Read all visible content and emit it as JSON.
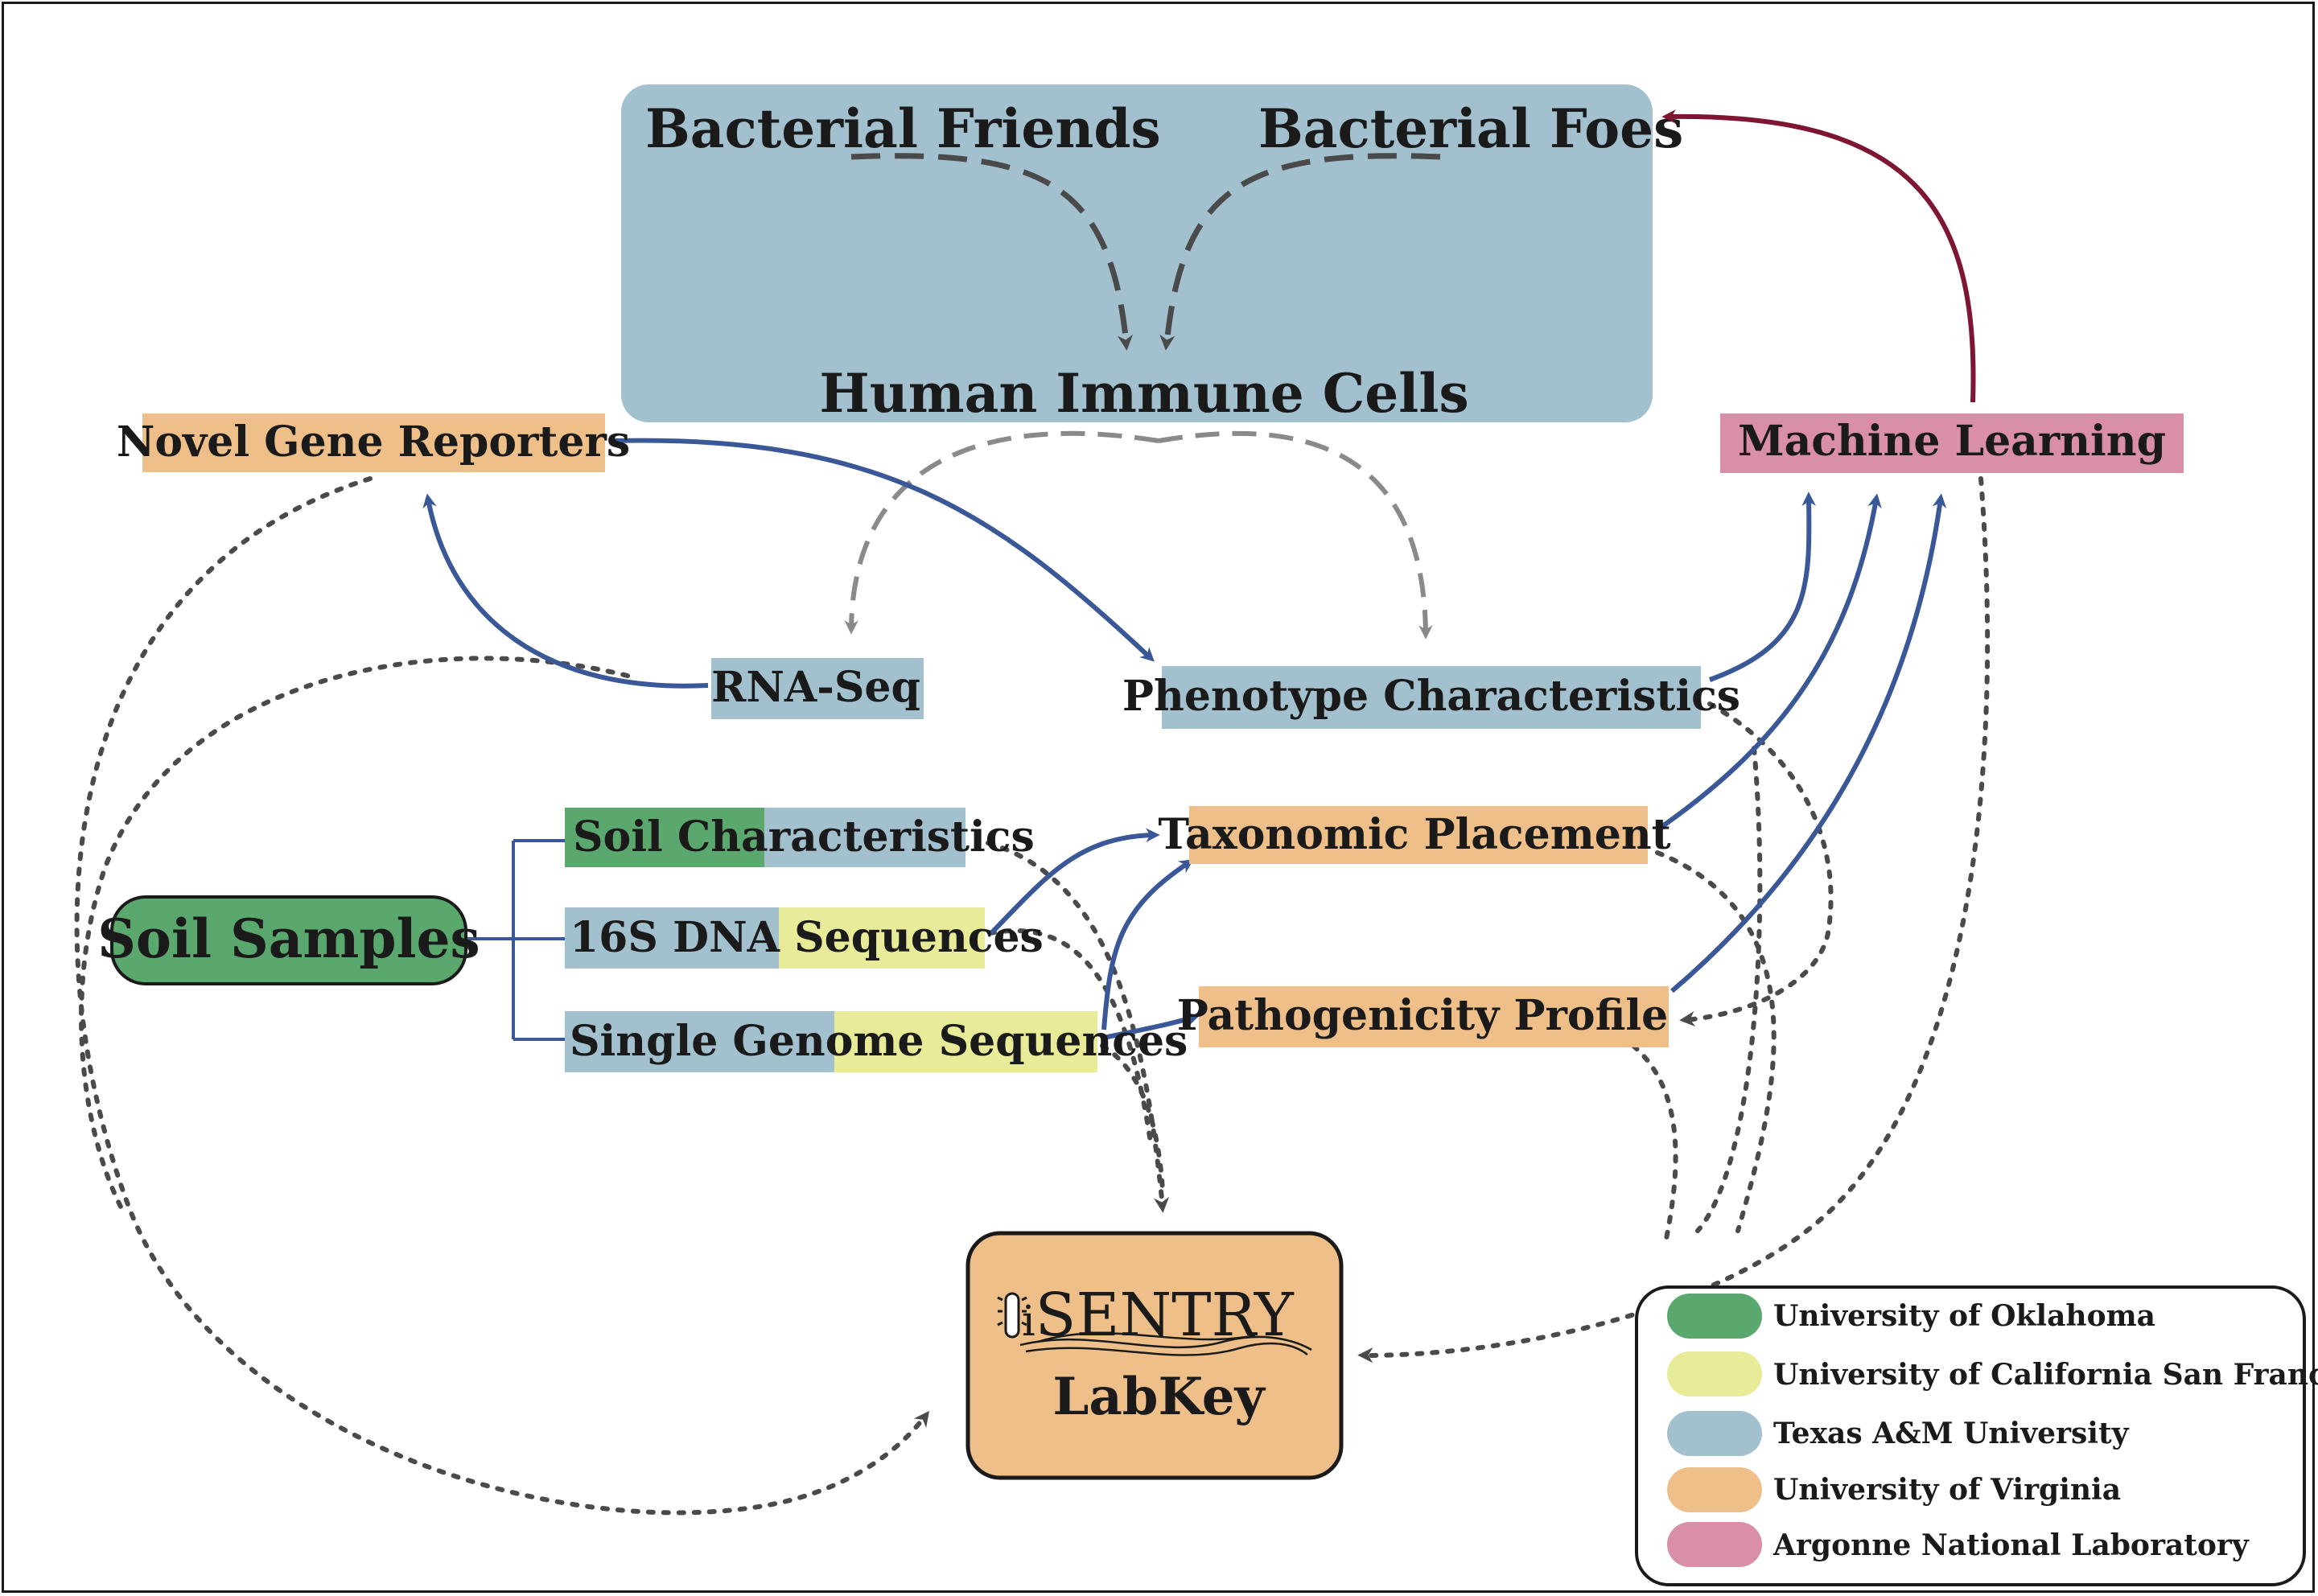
{
  "colors": {
    "oklahoma": "#5ba86f",
    "ucsf": "#e8eb97",
    "tamu": "#a2c0ce",
    "uva": "#eebf88",
    "argonne": "#d98fa6",
    "blue_arrow": "#3a5797",
    "red_arrow": "#7e1532",
    "dash_gray": "#4a4a4a",
    "light_dash": "#8a8a8a"
  },
  "top_panel": {
    "friends": "Bacterial Friends",
    "foes": "Bacterial Foes",
    "immune": "Human Immune Cells"
  },
  "nodes": {
    "novel_gene": "Novel Gene Reporters",
    "machine_learning": "Machine Learning",
    "rna_seq": "RNA-Seq",
    "phenotype": "Phenotype Characteristics",
    "soil_samples": "Soil Samples",
    "soil_char_1": "Soil Chara",
    "soil_char_2": "cteristics",
    "dna16s_1": "16S DNA ",
    "dna16s_2": "Sequences",
    "single_genome_1": "Single Genom",
    "single_genome_2": "e Sequences",
    "taxonomic": "Taxonomic Placement",
    "pathogenicity": "Pathogenicity Profile",
    "sentry_i": "i",
    "sentry_logo": "SENTRY",
    "labkey": "LabKey"
  },
  "legend": [
    {
      "label": "University of Oklahoma",
      "color": "#5ba86f"
    },
    {
      "label": "University of California San Francisco",
      "color": "#e8eb97"
    },
    {
      "label": "Texas A&M University",
      "color": "#a2c0ce"
    },
    {
      "label": "University of Virginia",
      "color": "#eebf88"
    },
    {
      "label": "Argonne National Laboratory",
      "color": "#d98fa6"
    }
  ]
}
